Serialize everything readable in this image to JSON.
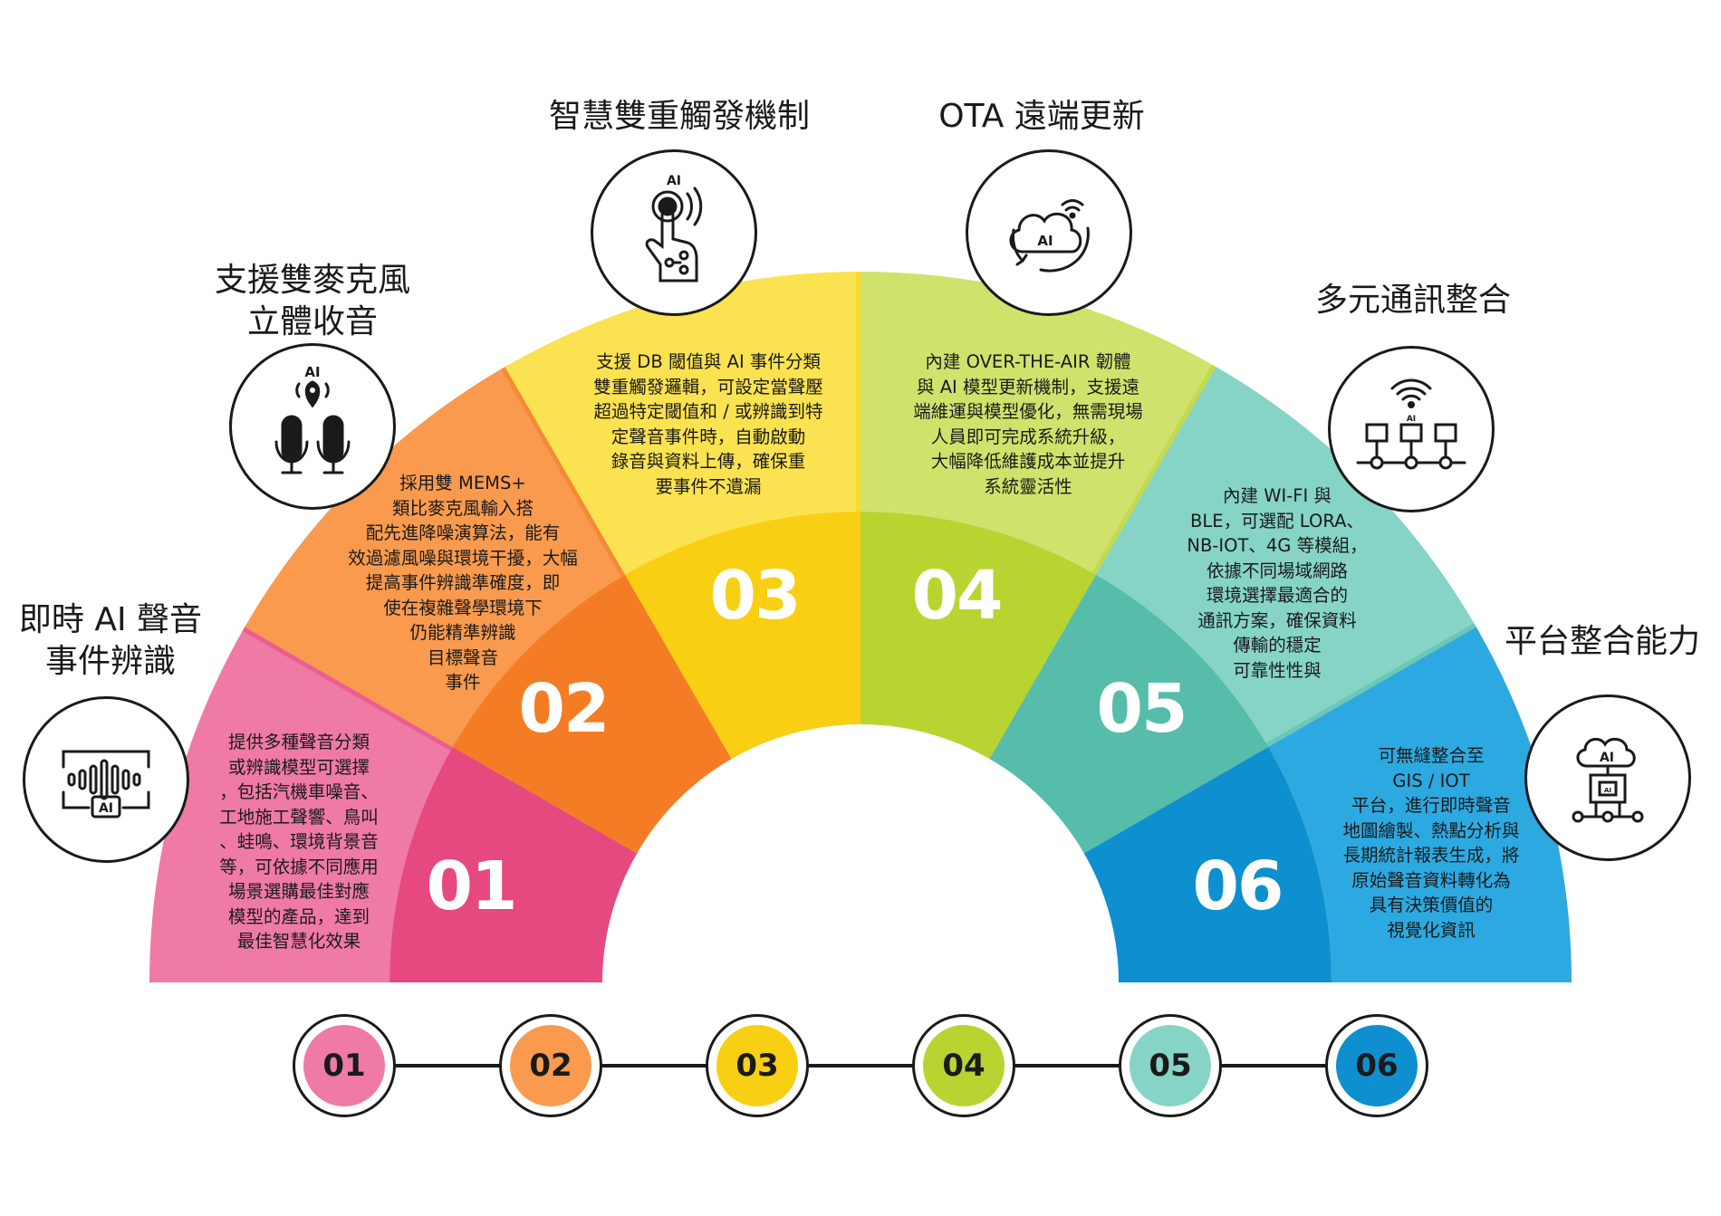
{
  "colors": {
    "s1_outer": "#ef7aa5",
    "s1_inner": "#e6497f",
    "s2_outer": "#f99a4e",
    "s2_inner": "#f47c25",
    "s3_outer": "#fbe250",
    "s3_inner": "#f8cf12",
    "s4_outer": "#d0e26c",
    "s4_inner": "#b8d431",
    "s5_outer": "#86d4c6",
    "s5_inner": "#55bdaa",
    "s6_outer": "#2da9e1",
    "s6_inner": "#0e8fd0"
  },
  "features": [
    {
      "num": "01",
      "title_lines": [
        "即時 AI 聲音",
        "事件辨識"
      ],
      "icon": "sound-wave-ai-icon",
      "desc_lines": [
        "提供多種聲音分類",
        "或辨識模型可選擇",
        "，包括汽機車噪音、",
        "工地施工聲響、鳥叫",
        "、蛙鳴、環境背景音",
        "等，可依據不同應用",
        "場景選購最佳對應",
        "模型的產品，達到",
        "最佳智慧化效果"
      ]
    },
    {
      "num": "02",
      "title_lines": [
        "支援雙麥克風",
        "立體收音"
      ],
      "icon": "dual-microphone-icon",
      "desc_lines": [
        "採用雙 MEMS+",
        "類比麥克風輸入搭",
        "配先進降噪演算法，能有",
        "效過濾風噪與環境干擾，大幅",
        "提高事件辨識準確度，即",
        "使在複雜聲學環境下",
        "仍能精準辨識",
        "目標聲音",
        "事件"
      ]
    },
    {
      "num": "03",
      "title_lines": [
        "智慧雙重觸發機制"
      ],
      "icon": "touch-trigger-icon",
      "desc_lines": [
        "支援 DB 閾值與 AI 事件分類",
        "雙重觸發邏輯，可設定當聲壓",
        "超過特定閾值和 / 或辨識到特",
        "定聲音事件時，自動啟動",
        "錄音與資料上傳，確保重",
        "要事件不遺漏"
      ]
    },
    {
      "num": "04",
      "title_lines": [
        "OTA 遠端更新"
      ],
      "icon": "cloud-update-icon",
      "desc_lines": [
        "內建 OVER-THE-AIR 韌體",
        "與 AI 模型更新機制，支援遠",
        "端維運與模型優化，無需現場",
        "人員即可完成系統升級，",
        "大幅降低維護成本並提升",
        "系統靈活性"
      ]
    },
    {
      "num": "05",
      "title_lines": [
        "多元通訊整合"
      ],
      "icon": "network-icon",
      "desc_lines": [
        "內建 WI-FI 與",
        "BLE，可選配 LORA、",
        "NB-IOT、4G 等模組，",
        "依據不同場域網路",
        "環境選擇最適合的",
        "通訊方案，確保資料",
        "傳輸的穩定",
        "可靠性性與"
      ]
    },
    {
      "num": "06",
      "title_lines": [
        "平台整合能力"
      ],
      "icon": "cloud-platform-icon",
      "desc_lines": [
        "可無縫整合至",
        "GIS / IOT",
        "平台，進行即時聲音",
        "地圖繪製、熱點分析與",
        "長期統計報表生成，將",
        "原始聲音資料轉化為",
        "具有決策價值的",
        "視覺化資訊"
      ]
    }
  ],
  "timeline": [
    "01",
    "02",
    "03",
    "04",
    "05",
    "06"
  ]
}
